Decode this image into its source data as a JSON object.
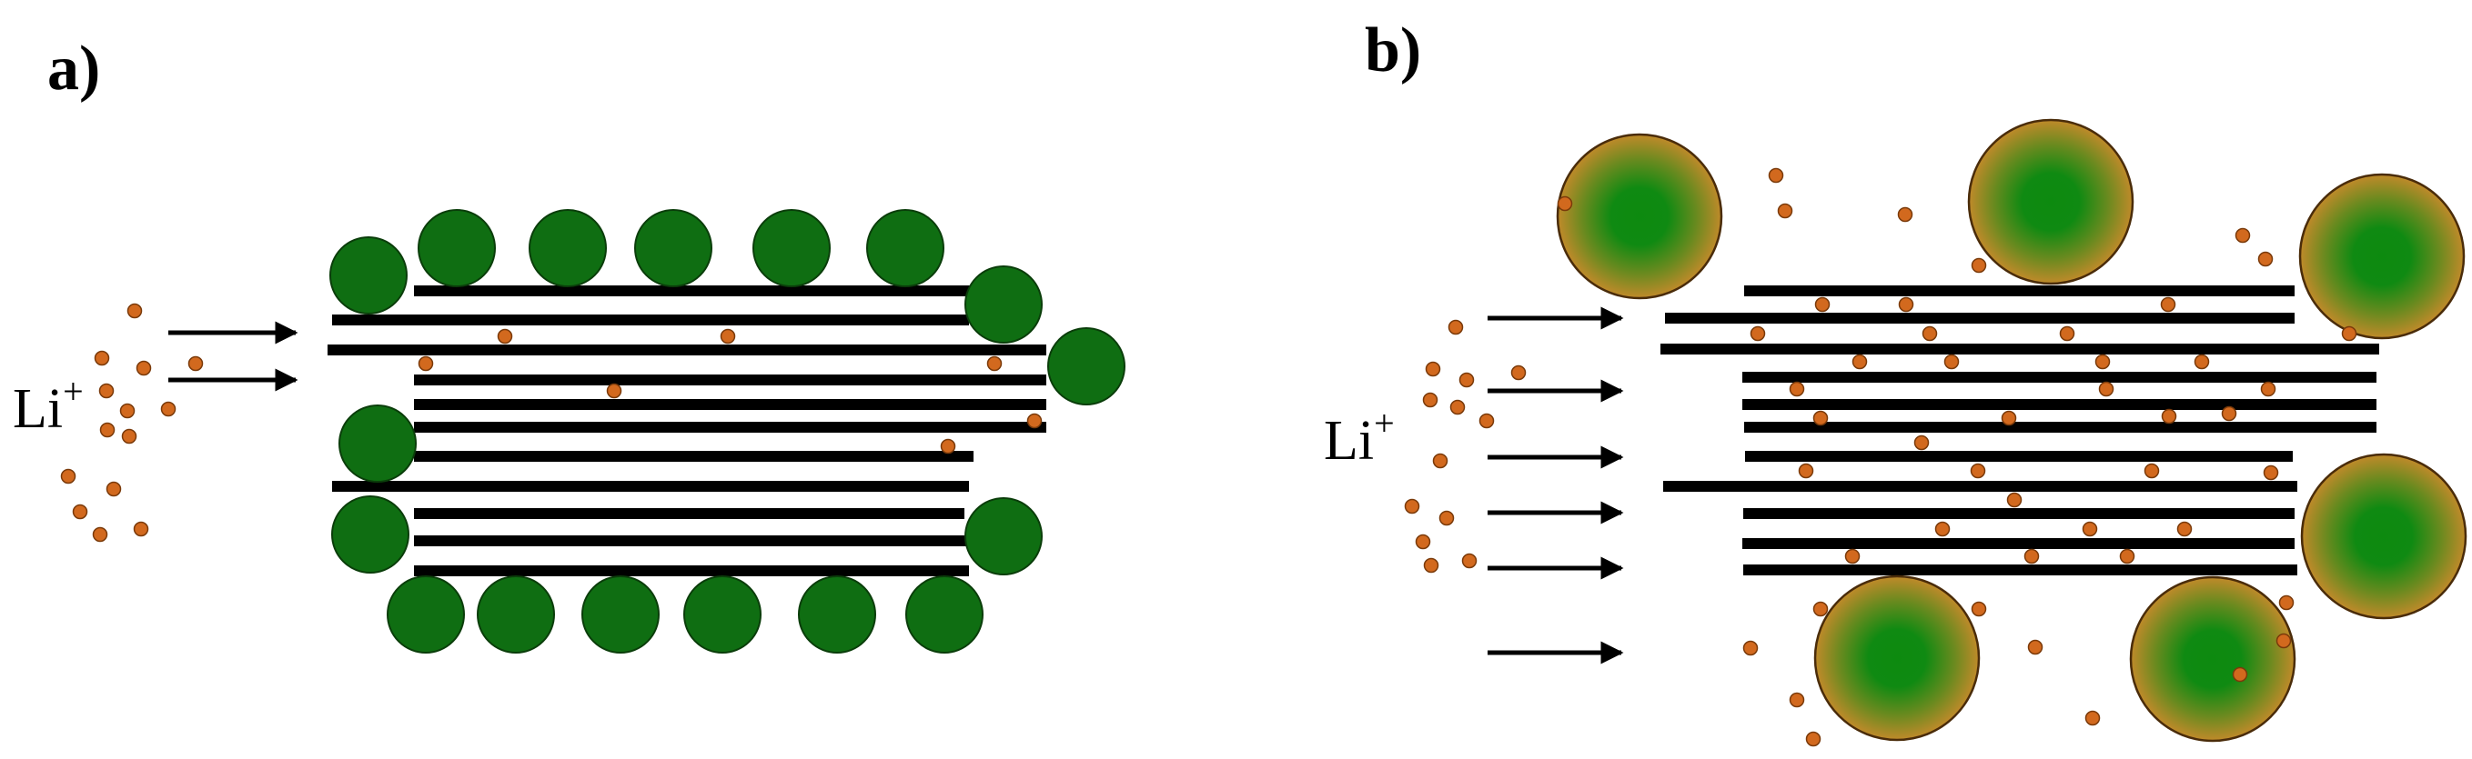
{
  "panels": [
    {
      "id": "a",
      "label": "a)"
    },
    {
      "id": "b",
      "label": "b)"
    }
  ],
  "ion": {
    "symbol": "Li",
    "charge": "+"
  },
  "colors": {
    "background": "#ffffff",
    "layer": "#000000",
    "particle_fill": "#0f6e12",
    "particle_stroke": "#0a3d0a",
    "coated_particle_core": "#0d8a0f",
    "coated_particle_shell": "#c08a2a",
    "coated_particle_stroke": "#4a2c0a",
    "li_ion_fill": "#d2691e",
    "li_ion_stroke": "#7a3a0a",
    "arrow": "#000000"
  },
  "icons": [
    "graphite-layer",
    "green-particle",
    "coated-particle",
    "li-ion-dot",
    "right-arrow"
  ]
}
